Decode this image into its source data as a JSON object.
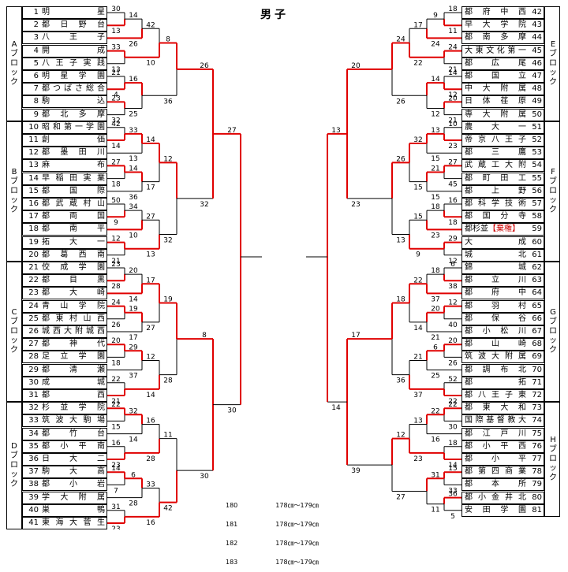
{
  "title": "男子",
  "left_teams": [
    {
      "num": "1",
      "name": "明星"
    },
    {
      "num": "2",
      "name": "都日野台"
    },
    {
      "num": "3",
      "name": "八王子"
    },
    {
      "num": "4",
      "name": "開成"
    },
    {
      "num": "5",
      "name": "八王子実践"
    },
    {
      "num": "6",
      "name": "明星学園"
    },
    {
      "num": "7",
      "name": "都つばさ総合"
    },
    {
      "num": "8",
      "name": "駒込"
    },
    {
      "num": "9",
      "name": "都北多摩"
    },
    {
      "num": "10",
      "name": "昭和第一学園"
    },
    {
      "num": "11",
      "name": "創価"
    },
    {
      "num": "12",
      "name": "都墨田川"
    },
    {
      "num": "13",
      "name": "麻布"
    },
    {
      "num": "14",
      "name": "早稲田実業"
    },
    {
      "num": "15",
      "name": "都国際"
    },
    {
      "num": "16",
      "name": "都武蔵村山"
    },
    {
      "num": "17",
      "name": "都両国"
    },
    {
      "num": "18",
      "name": "都南平"
    },
    {
      "num": "19",
      "name": "拓大一"
    },
    {
      "num": "20",
      "name": "都葛西南"
    },
    {
      "num": "21",
      "name": "佼成学園"
    },
    {
      "num": "22",
      "name": "都目黒"
    },
    {
      "num": "23",
      "name": "都大崎"
    },
    {
      "num": "24",
      "name": "青山学院"
    },
    {
      "num": "25",
      "name": "都東村山西"
    },
    {
      "num": "26",
      "name": "城西大附城西"
    },
    {
      "num": "27",
      "name": "都神代"
    },
    {
      "num": "28",
      "name": "足立学園"
    },
    {
      "num": "29",
      "name": "都清瀬"
    },
    {
      "num": "30",
      "name": "成城"
    },
    {
      "num": "31",
      "name": "都西"
    },
    {
      "num": "32",
      "name": "杉並学院"
    },
    {
      "num": "33",
      "name": "筑波大駒場"
    },
    {
      "num": "34",
      "name": "都竹台"
    },
    {
      "num": "35",
      "name": "都小平南"
    },
    {
      "num": "36",
      "name": "日大二"
    },
    {
      "num": "37",
      "name": "駒大高"
    },
    {
      "num": "38",
      "name": "都小岩"
    },
    {
      "num": "39",
      "name": "学大附属"
    },
    {
      "num": "40",
      "name": "巣鴨"
    },
    {
      "num": "41",
      "name": "東海大菅生"
    }
  ],
  "right_teams": [
    {
      "num": "42",
      "name": "都府中西"
    },
    {
      "num": "43",
      "name": "早大学院"
    },
    {
      "num": "44",
      "name": "都南多摩"
    },
    {
      "num": "45",
      "name": "大東文化第一"
    },
    {
      "num": "46",
      "name": "都広尾"
    },
    {
      "num": "47",
      "name": "都国立"
    },
    {
      "num": "48",
      "name": "中大附属"
    },
    {
      "num": "49",
      "name": "日体荏原"
    },
    {
      "num": "50",
      "name": "専大附属"
    },
    {
      "num": "51",
      "name": "農大一"
    },
    {
      "num": "52",
      "name": "帝京八王子"
    },
    {
      "num": "53",
      "name": "都三鷹"
    },
    {
      "num": "54",
      "name": "武蔵工大附"
    },
    {
      "num": "55",
      "name": "都町田工"
    },
    {
      "num": "56",
      "name": "都上野"
    },
    {
      "num": "57",
      "name": "都科学技術"
    },
    {
      "num": "58",
      "name": "都国分寺"
    },
    {
      "num": "59",
      "name": "都杉並【棄権】"
    },
    {
      "num": "60",
      "name": "大成"
    },
    {
      "num": "61",
      "name": "城北"
    },
    {
      "num": "62",
      "name": "錦城"
    },
    {
      "num": "63",
      "name": "都立川"
    },
    {
      "num": "64",
      "name": "都府中"
    },
    {
      "num": "65",
      "name": "都羽村"
    },
    {
      "num": "66",
      "name": "都保谷"
    },
    {
      "num": "67",
      "name": "都小松川"
    },
    {
      "num": "68",
      "name": "都山崎"
    },
    {
      "num": "69",
      "name": "筑波大附属"
    },
    {
      "num": "70",
      "name": "都調布北"
    },
    {
      "num": "71",
      "name": "都拓"
    },
    {
      "num": "72",
      "name": "都八王子東"
    },
    {
      "num": "73",
      "name": "都東大和"
    },
    {
      "num": "74",
      "name": "国際基督教大"
    },
    {
      "num": "75",
      "name": "都江戸川"
    },
    {
      "num": "76",
      "name": "都小平西"
    },
    {
      "num": "77",
      "name": "都小平"
    },
    {
      "num": "78",
      "name": "都第四商業"
    },
    {
      "num": "79",
      "name": "都本所"
    },
    {
      "num": "80",
      "name": "都小金井北"
    },
    {
      "num": "81",
      "name": "安田学園"
    }
  ],
  "blocks_left": [
    "Aブロック",
    "Bブロック",
    "Cブロック",
    "Dブロック"
  ],
  "blocks_right": [
    "Eブロック",
    "Fブロック",
    "Gブロック",
    "Hブロック"
  ],
  "notes": [
    "180　　　　　　178㎝～179㎝",
    "181　　　　　　178㎝～179㎝",
    "182　　　　　　178㎝～179㎝",
    "183　　　　　　178㎝～179㎝"
  ],
  "colors": {
    "win": "#e00000",
    "loss": "#000000"
  },
  "scores": [
    "30",
    "13",
    "14",
    "26",
    "33",
    "13",
    "42",
    "10",
    "21",
    "4",
    "23",
    "32",
    "16",
    "25",
    "8",
    "36",
    "42",
    "14",
    "33",
    "13",
    "27",
    "18",
    "14",
    "36",
    "14",
    "17",
    "50",
    "9",
    "34",
    "10",
    "12",
    "21",
    "27",
    "13",
    "12",
    "32",
    "23",
    "28",
    "20",
    "14",
    "24",
    "26",
    "19",
    "17",
    "17",
    "27",
    "20",
    "18",
    "29",
    "37",
    "22",
    "21",
    "12",
    "14",
    "19",
    "28",
    "22",
    "15",
    "32",
    "14",
    "16",
    "23",
    "16",
    "28",
    "14",
    "7",
    "6",
    "28",
    "31",
    "23",
    "33",
    "16",
    "11",
    "42",
    "18",
    "11",
    "9",
    "24",
    "24",
    "21",
    "17",
    "22",
    "14",
    "12",
    "20",
    "21",
    "14",
    "12",
    "24",
    "26",
    "10",
    "23",
    "13",
    "15",
    "27",
    "45",
    "21",
    "15",
    "32",
    "15",
    "16",
    "18",
    "18",
    "23",
    "29",
    "12",
    "15",
    "9",
    "26",
    "13",
    "6",
    "38",
    "18",
    "37",
    "12",
    "40",
    "20",
    "21",
    "22",
    "14",
    "20",
    "26",
    "6",
    "25",
    "52",
    "22",
    "21",
    "37",
    "18",
    "36",
    "22",
    "30",
    "22",
    "16",
    "18",
    "14",
    "13",
    "23",
    "15",
    "33",
    "36",
    "5",
    "31",
    "11",
    "12",
    "27",
    "26",
    "32",
    "8",
    "30",
    "20",
    "23",
    "17",
    "39",
    "27"
  ]
}
